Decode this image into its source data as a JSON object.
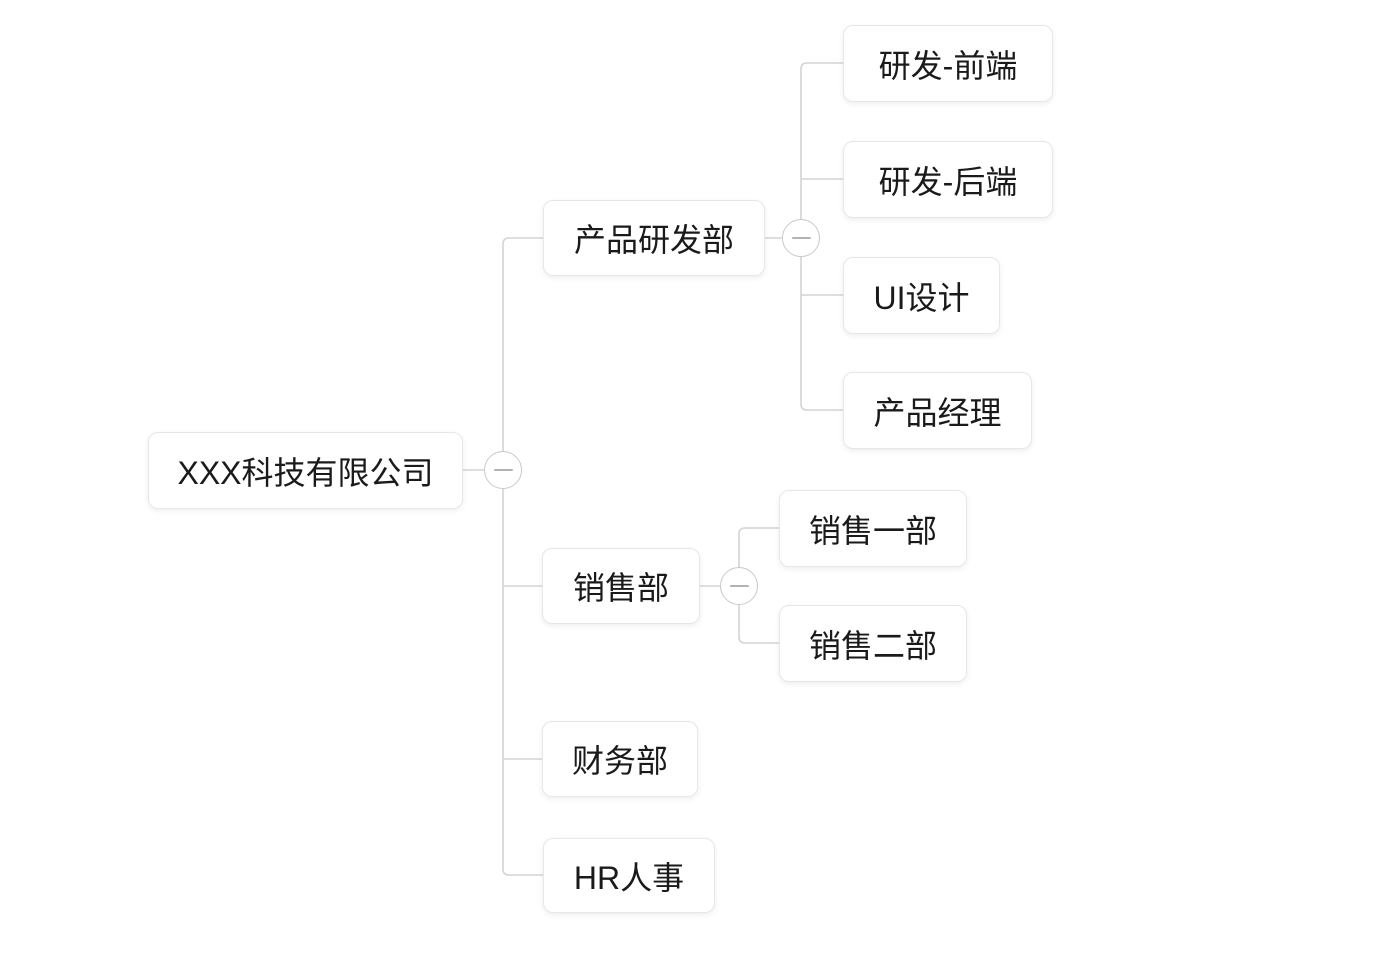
{
  "colors": {
    "connector": "#d4d4d4",
    "node_border": "#e7e7e7",
    "node_background": "#ffffff",
    "text": "#1a1a1a",
    "collapse_border": "#c9c9c9",
    "collapse_minus": "#b3b3b3"
  },
  "icons": {
    "collapse_button": "minus-icon"
  },
  "mindmap": {
    "root": {
      "label": "XXX科技有限公司",
      "children": [
        {
          "label": "产品研发部",
          "children": [
            {
              "label": "研发-前端"
            },
            {
              "label": "研发-后端"
            },
            {
              "label": "UI设计"
            },
            {
              "label": "产品经理"
            }
          ]
        },
        {
          "label": "销售部",
          "children": [
            {
              "label": "销售一部"
            },
            {
              "label": "销售二部"
            }
          ]
        },
        {
          "label": "财务部",
          "children": []
        },
        {
          "label": "HR人事",
          "children": []
        }
      ]
    }
  }
}
